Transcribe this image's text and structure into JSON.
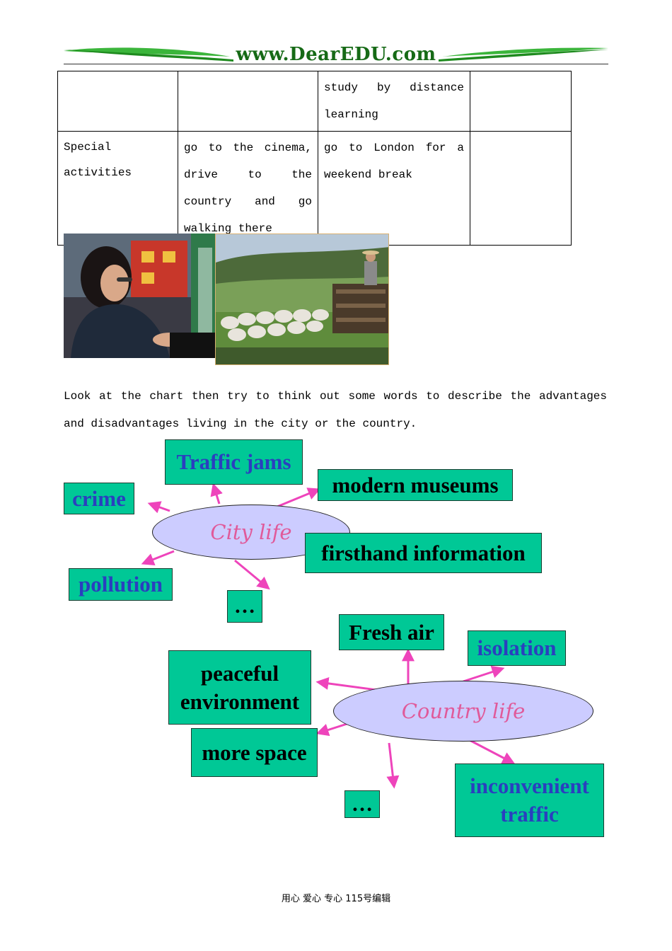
{
  "header": {
    "site": "www.DearEDU.com"
  },
  "table": {
    "row1": {
      "col3": "study by distance learning"
    },
    "row2": {
      "col1": "Special activities",
      "col2": "go to the cinema, drive to the country and go walking there",
      "col3": "go to London for a weekend break"
    }
  },
  "instruction": "Look at the chart then try to think out some words to describe the advantages and disadvantages living in the city or the country.",
  "city": {
    "center": "City life",
    "items": {
      "traffic_jams": "Traffic jams",
      "crime": "crime",
      "modern_museums": "modern museums",
      "firsthand_information": "firsthand information",
      "pollution": "pollution",
      "more": "…"
    }
  },
  "country": {
    "center": "Country life",
    "items": {
      "fresh_air": "Fresh air",
      "isolation": "isolation",
      "peaceful_environment": "peaceful environment",
      "more_space": "more space",
      "inconvenient_traffic": "inconvenient traffic",
      "more": "…"
    }
  },
  "colors": {
    "box_fill": "#00c896",
    "ellipse_fill": "#ccccff",
    "arrow": "#ee44bb",
    "blue_text": "#2a3fbf",
    "center_text": "#e05a9a"
  },
  "footer": "用心 爱心 专心 115号编辑"
}
